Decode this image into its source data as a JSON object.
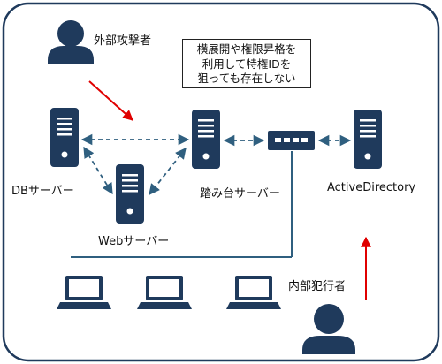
{
  "attacker_external": {
    "label": "外部攻撃者"
  },
  "attacker_internal": {
    "label": "内部犯行者"
  },
  "callout": {
    "lines": [
      "横展開や権限昇格を",
      "利用して特権IDを",
      "狙っても存在しない"
    ]
  },
  "servers": {
    "db": {
      "label": "DBサーバー"
    },
    "web": {
      "label": "Webサーバー"
    },
    "jump": {
      "label": "踏み台サーバー"
    },
    "ad": {
      "label": "ActiveDirectory"
    }
  },
  "colors": {
    "icon": "#1f3a5c",
    "connector": "#2f5f7f",
    "threat_arrow": "#e00000",
    "frame": "#1f3a5c"
  },
  "icons": {
    "server": "server-icon",
    "switch": "network-switch-icon",
    "laptop": "laptop-icon",
    "person": "person-icon"
  }
}
